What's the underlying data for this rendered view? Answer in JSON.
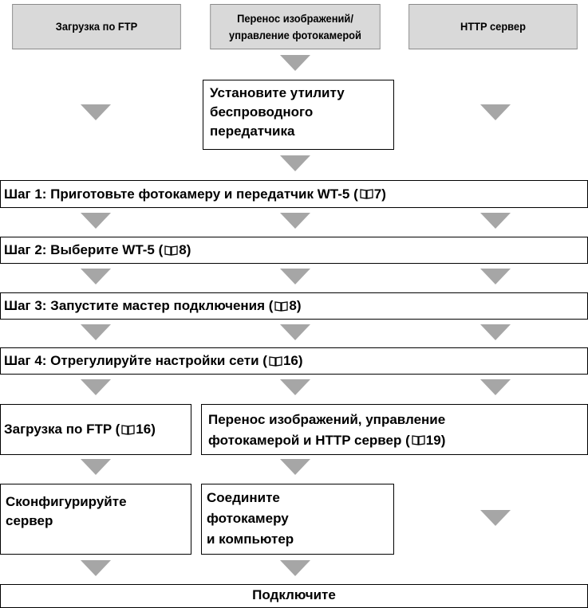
{
  "headers": {
    "ftp": "Загрузка по FTP",
    "transfer_line1": "Перенос изображений/",
    "transfer_line2": "управление фотокамерой",
    "http": "HTTP сервер"
  },
  "install_utility": [
    "Установите утилиту",
    "беспроводного",
    "передатчика"
  ],
  "steps": [
    {
      "text": "Шаг 1: Приготовьте фотокамеру и передатчик WT-5 (",
      "page": "7",
      "close": ")"
    },
    {
      "text": "Шаг 2: Выберите WT-5 (",
      "page": "8",
      "close": ")"
    },
    {
      "text": "Шаг 3: Запустите мастер подключения (",
      "page": "8",
      "close": ")"
    },
    {
      "text": "Шаг 4: Отрегулируйте настройки сети (",
      "page": "16",
      "close": ")"
    }
  ],
  "ftp_upload": {
    "text": "Загрузка по FTP (",
    "page": "16",
    "close": ")"
  },
  "transfer_control": {
    "line1": "Перенос изображений, управление",
    "line2": "фотокамерой и HTTP сервер (",
    "page": "19",
    "close": ")"
  },
  "configure_server": [
    "Сконфигурируйте",
    "сервер"
  ],
  "connect_camera": [
    "Соедините",
    "фотокамеру",
    "и компьютер"
  ],
  "connect_final": "Подключите",
  "colors": {
    "arrow": "#a6a6a6",
    "header_fill": "#d9d9d9",
    "border": "#000000"
  },
  "icons": {
    "page_ref": "book-icon",
    "flow": "down-arrow-icon"
  }
}
